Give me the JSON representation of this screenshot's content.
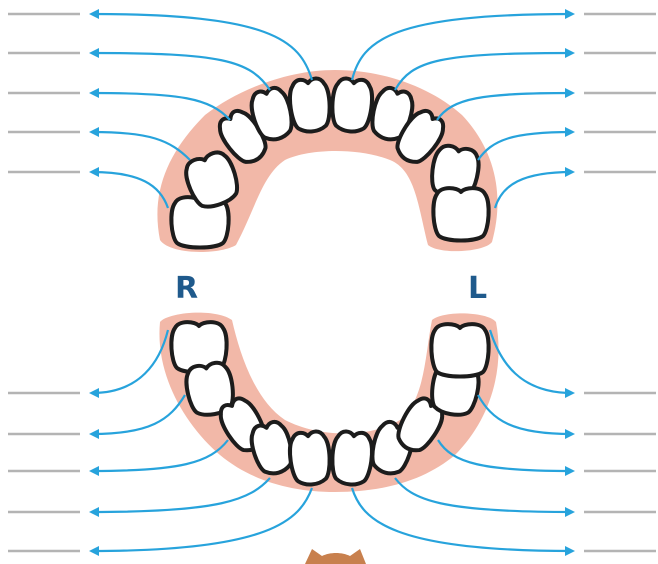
{
  "side_labels": {
    "right": "R",
    "left": "L"
  },
  "colors": {
    "arrow": "#27a3dc",
    "answer_line": "#b4b4b4",
    "gum": "#f2b8a8",
    "tooth_fill": "#ffffff",
    "tooth_outline": "#1c1c1c",
    "side_label": "#1f5a8c",
    "mascot": "#c8804e"
  },
  "worksheet": {
    "upper_teeth_count": 10,
    "lower_teeth_count": 10,
    "answer_blanks_per_side": 5,
    "blank_answers": [
      "",
      "",
      "",
      "",
      "",
      "",
      "",
      "",
      "",
      "",
      "",
      "",
      "",
      "",
      "",
      "",
      "",
      "",
      "",
      ""
    ]
  },
  "icons": [
    "arrow-icon",
    "mascot-ear-icon"
  ]
}
